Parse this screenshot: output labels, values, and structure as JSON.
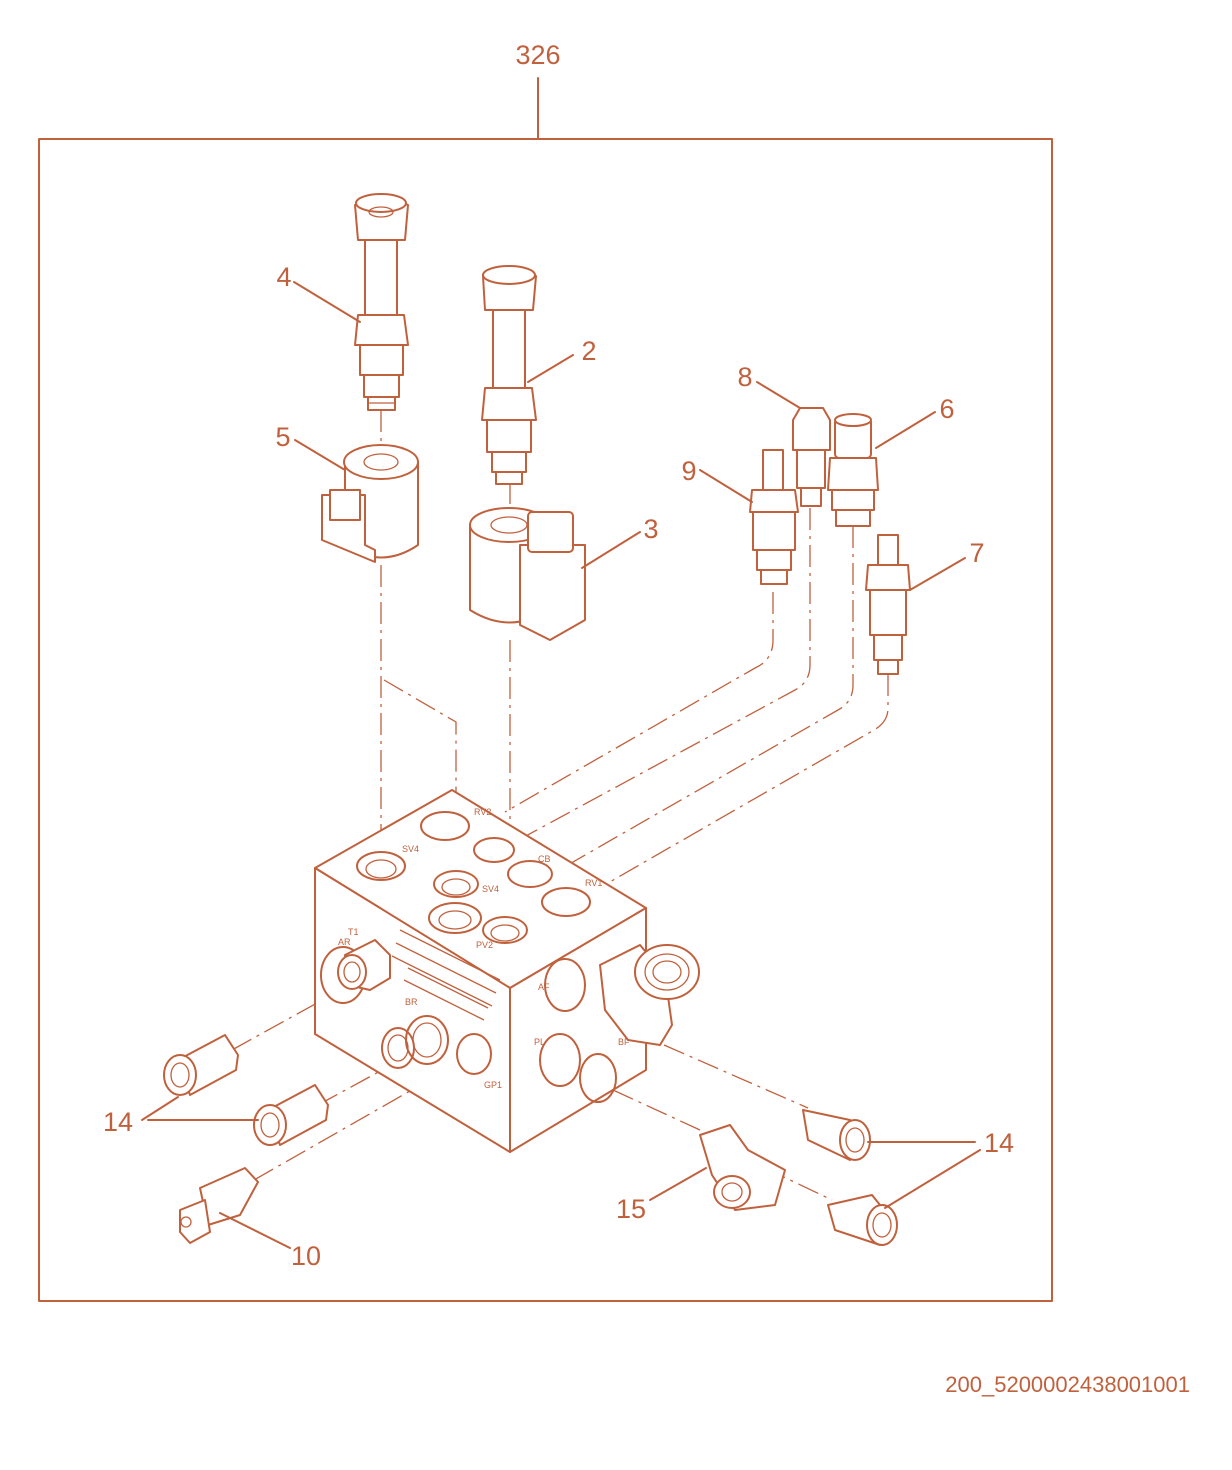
{
  "assembly_label": "326",
  "drawing_id": "200_5200002438001001",
  "callouts": {
    "c2": "2",
    "c3": "3",
    "c4": "4",
    "c5": "5",
    "c6": "6",
    "c7": "7",
    "c8": "8",
    "c9": "9",
    "c10": "10",
    "c14a": "14",
    "c14b": "14",
    "c14c": "14",
    "c15": "15"
  },
  "colors": {
    "ink": "#c0613e",
    "background": "#ffffff"
  }
}
